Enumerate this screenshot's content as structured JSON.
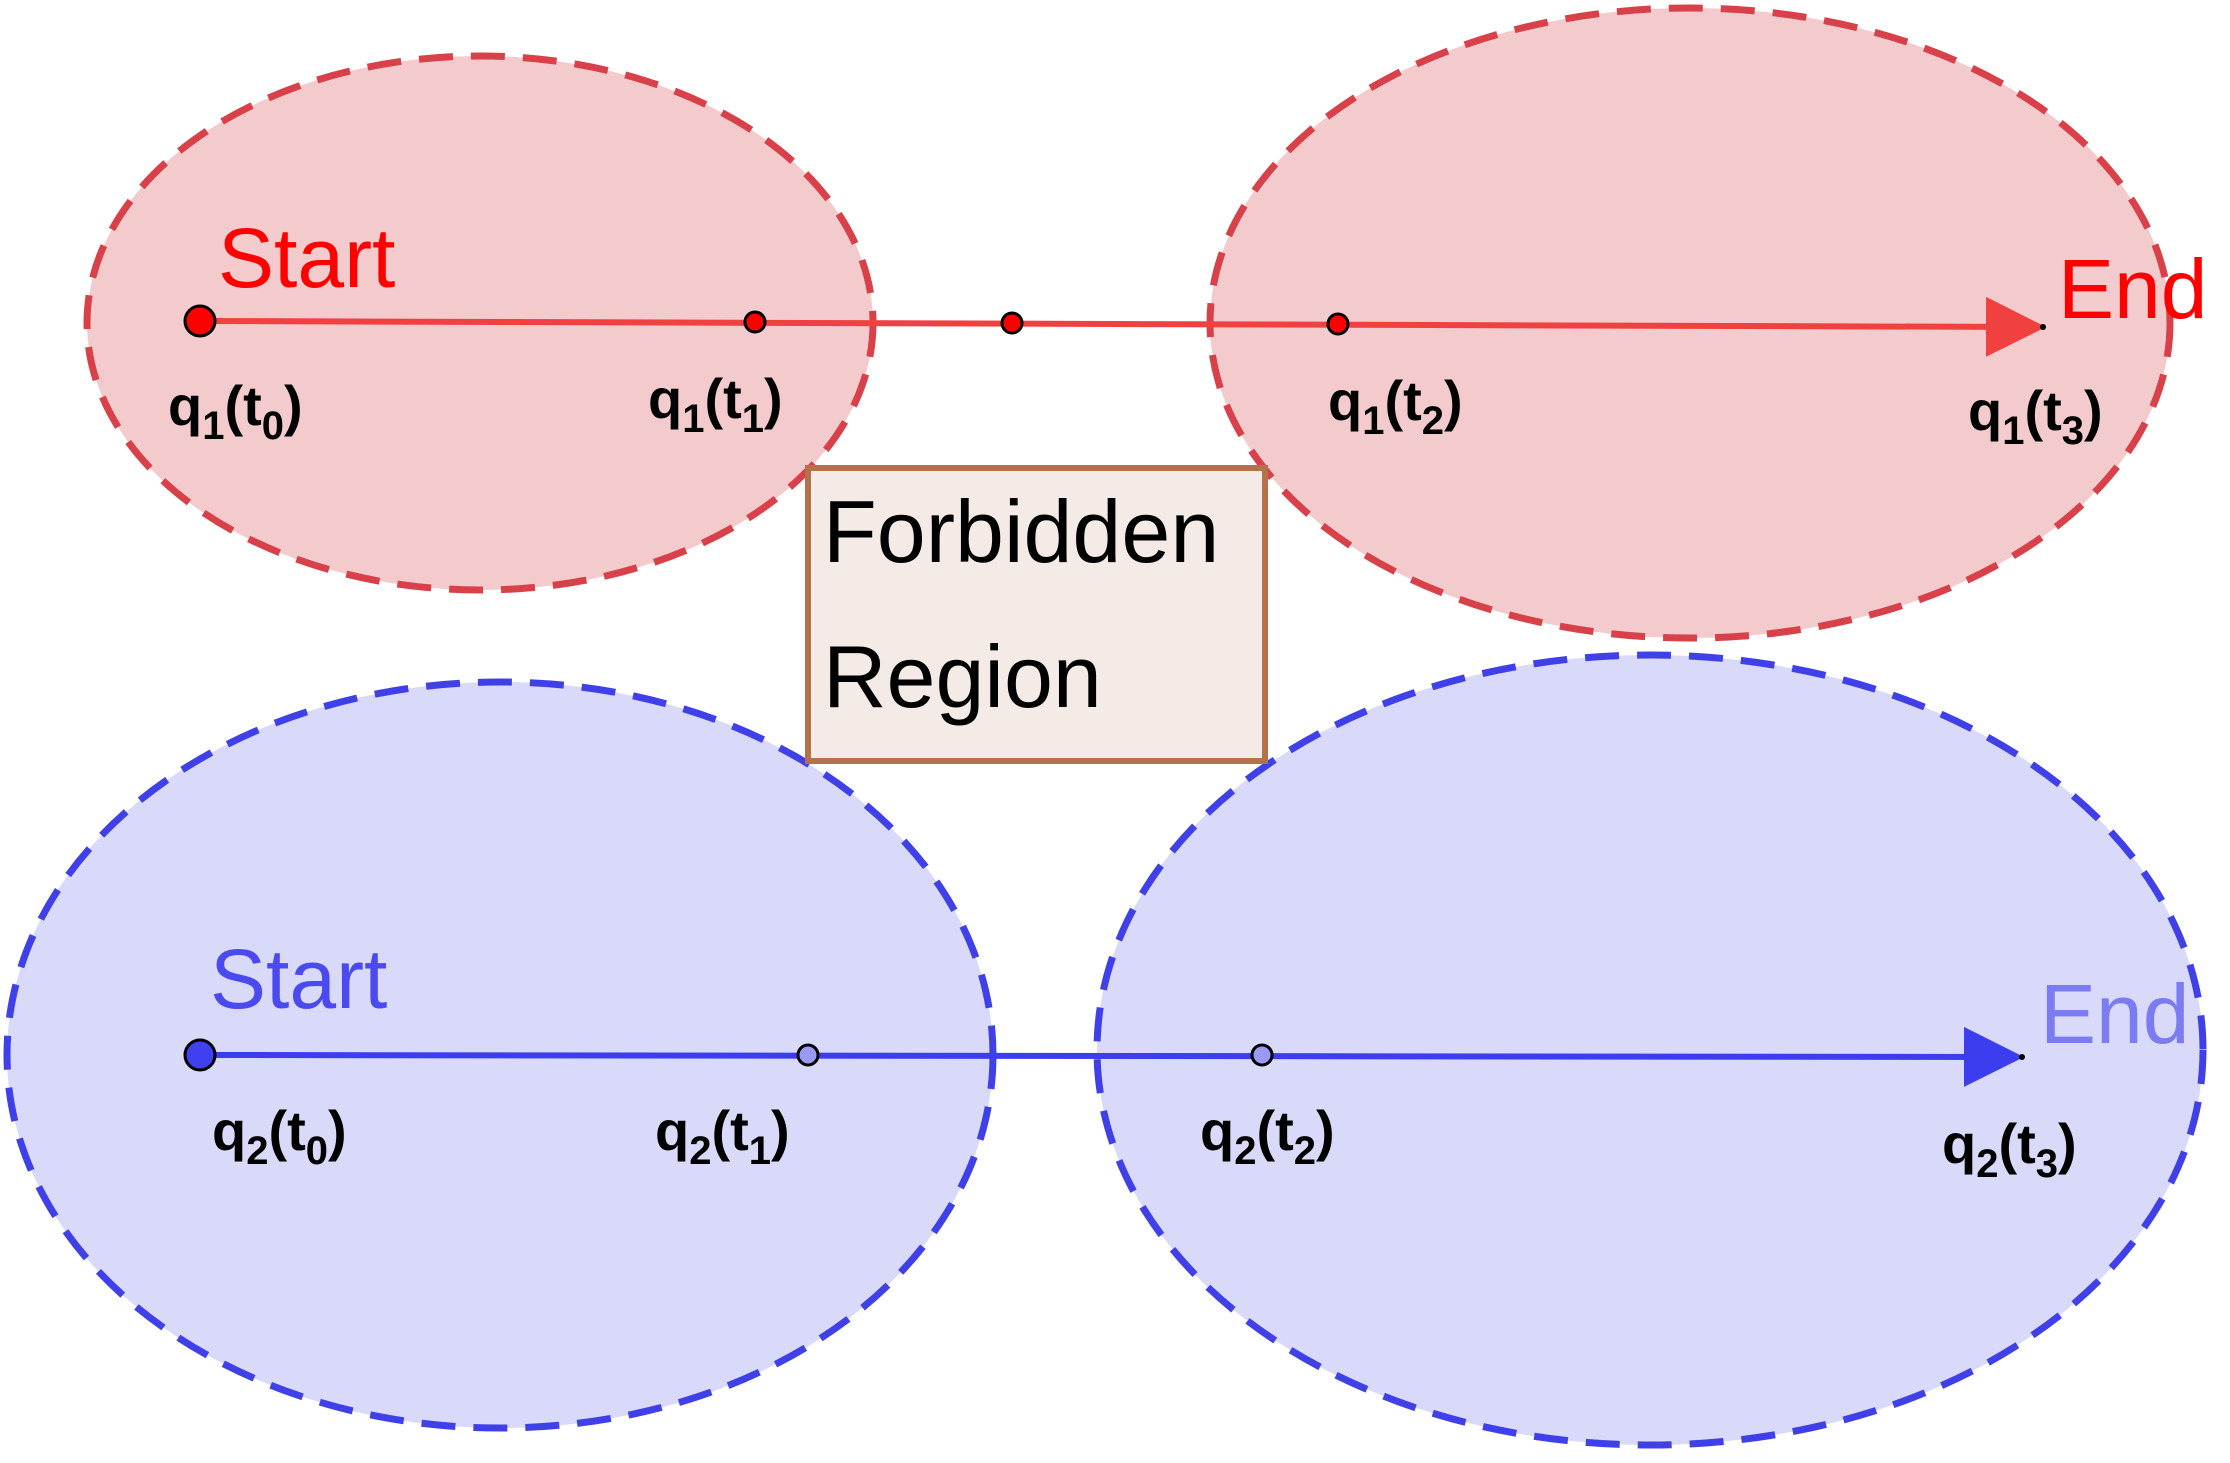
{
  "colors": {
    "robot1_stroke": "#d9414a",
    "robot1_fill": "#f4cbcd",
    "robot1_path": "#f04040",
    "robot1_text": "#ff0000",
    "robot2_stroke": "#4040e8",
    "robot2_fill": "#d9d9fa",
    "robot2_path": "#3d3df0",
    "robot2_start_text": "#4a4af0",
    "robot2_end_text": "#7b7bf2",
    "forbidden_stroke": "#b5714a",
    "forbidden_fill": "#f5ebe6"
  },
  "forbidden_region": {
    "line1": "Forbidden",
    "line2": "Region"
  },
  "robot1": {
    "start_label": "Start",
    "end_label": "End",
    "points": [
      {
        "base": "q",
        "robot_index": "1",
        "open": "(t",
        "time_index": "0",
        "close": ")"
      },
      {
        "base": "q",
        "robot_index": "1",
        "open": "(t",
        "time_index": "1",
        "close": ")"
      },
      {
        "base": "q",
        "robot_index": "1",
        "open": "(t",
        "time_index": "2",
        "close": ")"
      },
      {
        "base": "q",
        "robot_index": "1",
        "open": "(t",
        "time_index": "3",
        "close": ")"
      }
    ]
  },
  "robot2": {
    "start_label": "Start",
    "end_label": "End",
    "points": [
      {
        "base": "q",
        "robot_index": "2",
        "open": "(t",
        "time_index": "0",
        "close": ")"
      },
      {
        "base": "q",
        "robot_index": "2",
        "open": "(t",
        "time_index": "1",
        "close": ")"
      },
      {
        "base": "q",
        "robot_index": "2",
        "open": "(t",
        "time_index": "2",
        "close": ")"
      },
      {
        "base": "q",
        "robot_index": "2",
        "open": "(t",
        "time_index": "3",
        "close": ")"
      }
    ]
  }
}
